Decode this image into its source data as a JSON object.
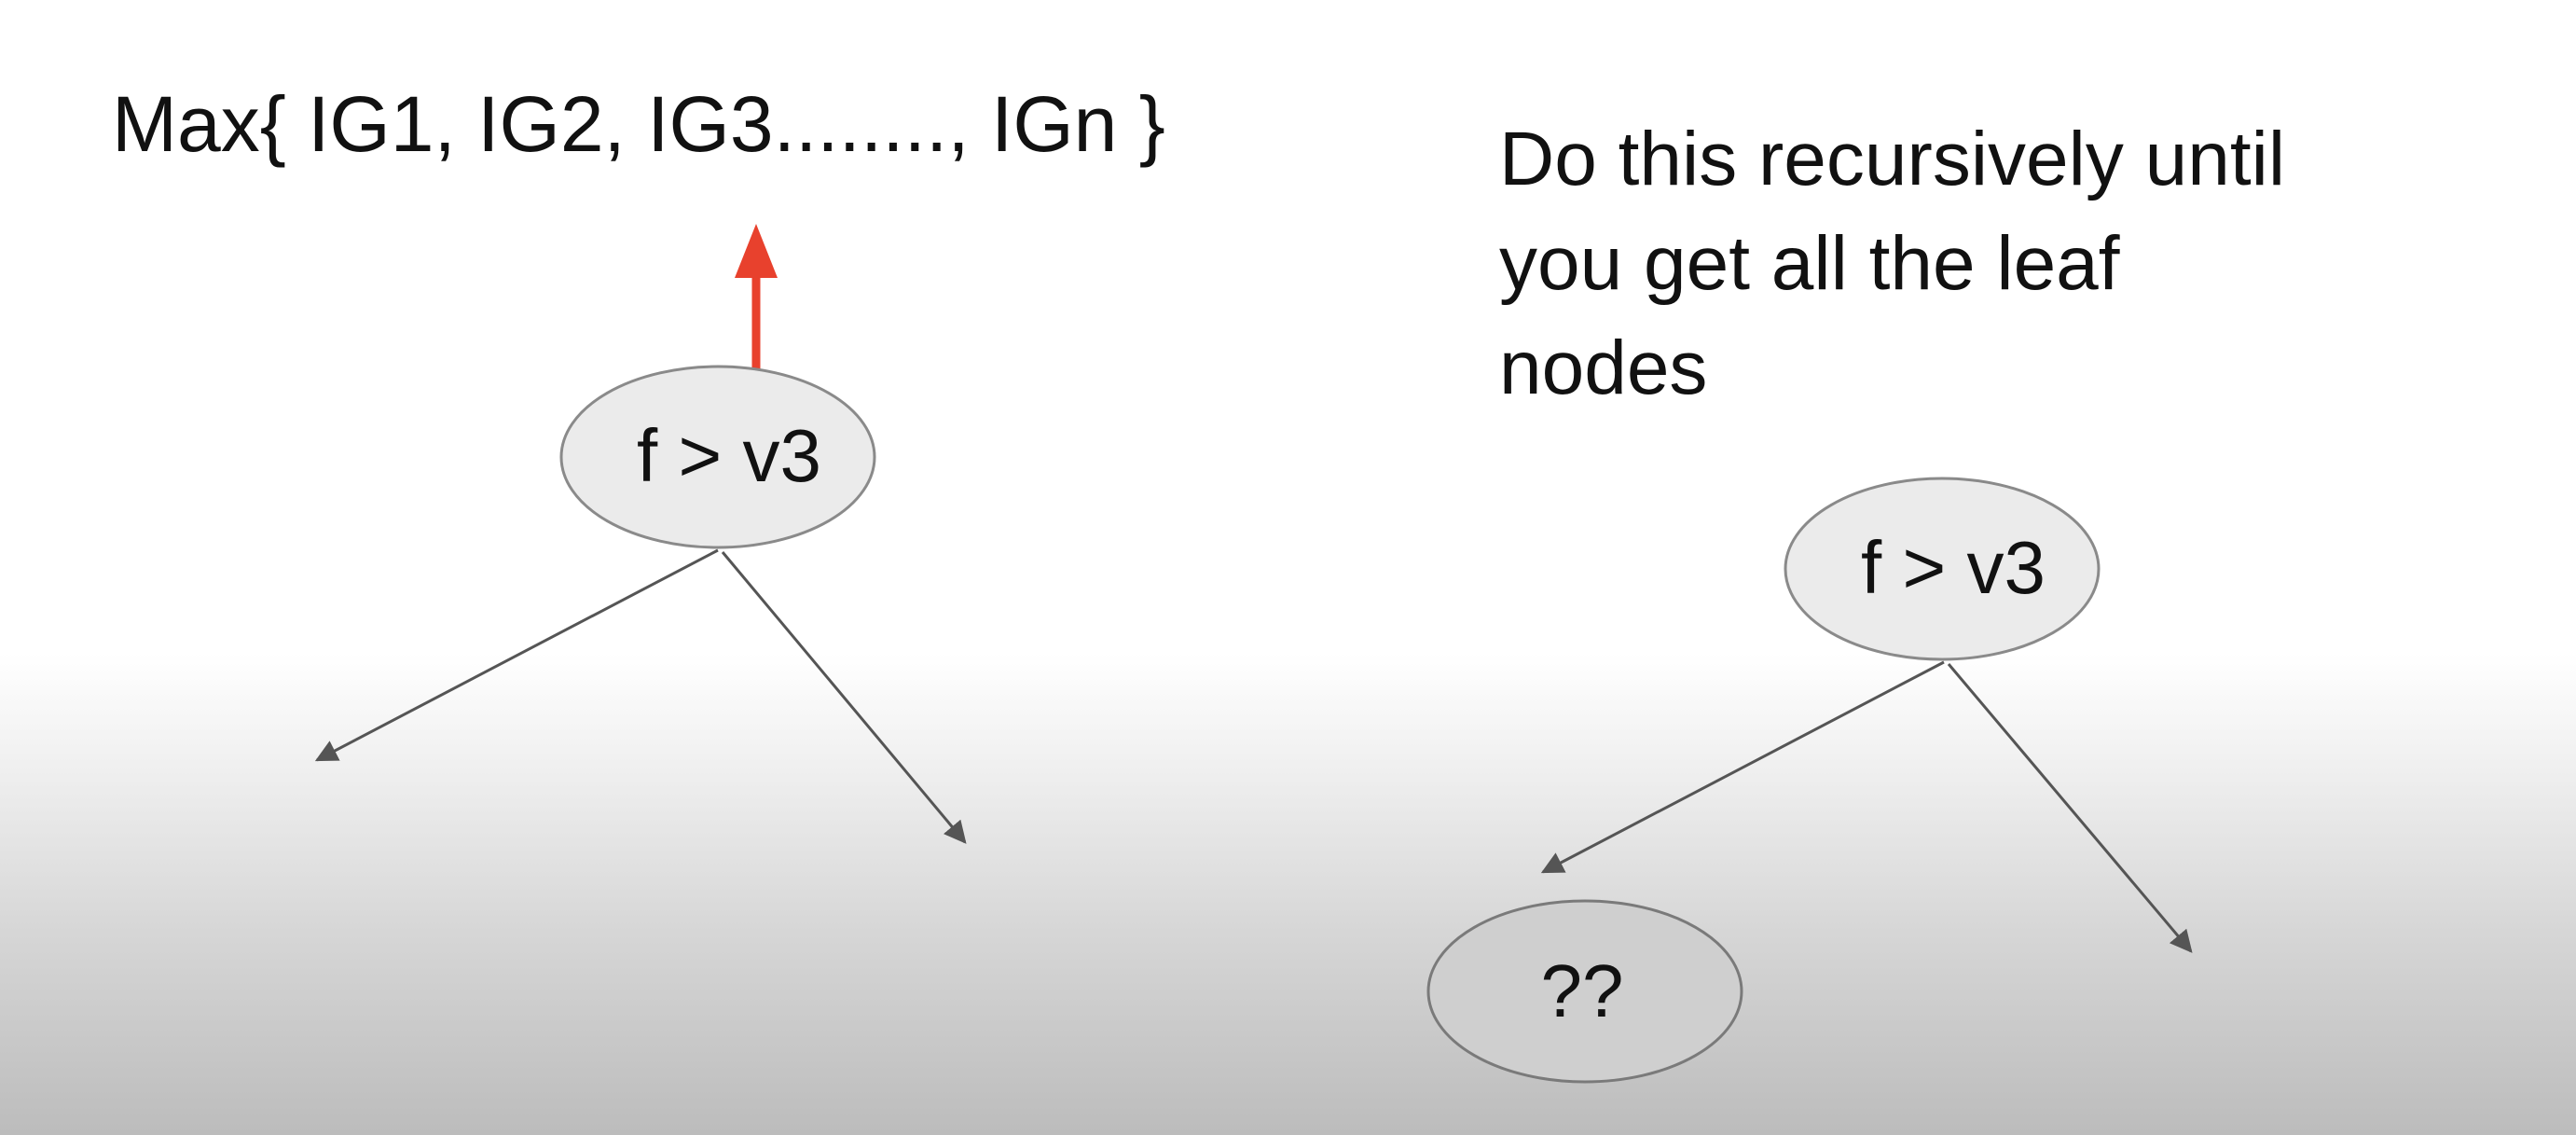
{
  "slide": {
    "formula": "Max{ IG1, IG2, IG3........, IGn }",
    "note": "Do this recursively until you get all the leaf nodes"
  },
  "left_tree": {
    "root_label": "f > v3"
  },
  "right_tree": {
    "root_label": "f > v3",
    "child_label": "??"
  },
  "colors": {
    "arrow_up": "#e8412d",
    "edge": "#555555",
    "node_fill": "#ebebeb",
    "node_stroke": "#8a8a8a",
    "text": "#111111"
  }
}
